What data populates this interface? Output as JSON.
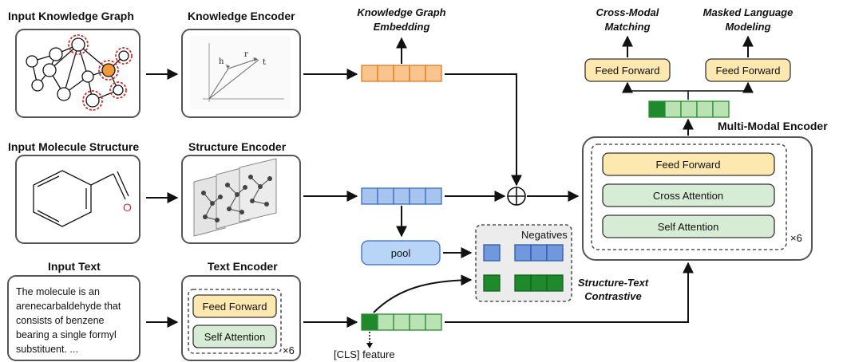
{
  "labels": {
    "input_kg": "Input Knowledge Graph",
    "knowledge_encoder": "Knowledge Encoder",
    "kg_embedding_line1": "Knowledge Graph",
    "kg_embedding_line2": "Embedding",
    "input_molecule": "Input Molecule Structure",
    "structure_encoder": "Structure Encoder",
    "input_text": "Input Text",
    "text_encoder": "Text Encoder",
    "cross_modal_line1": "Cross-Modal",
    "cross_modal_line2": "Matching",
    "mlm_line1": "Masked Language",
    "mlm_line2": "Modeling",
    "multimodal_encoder": "Multi-Modal Encoder",
    "stc_line1": "Structure-Text",
    "stc_line2": "Contrastive",
    "negatives": "Negatives",
    "pool": "pool",
    "cls_feature": "[CLS] feature",
    "x6_text": "×6",
    "x6_multimodal": "×6",
    "kg_h": "h",
    "kg_r": "r",
    "kg_t": "t",
    "aldehyde_o": "O"
  },
  "text_input_lines": [
    "The molecule is an",
    "arenecarbaldehyde that",
    "consists of benzene",
    "bearing a single formyl",
    "substituent. ..."
  ],
  "text_encoder_layers": [
    "Feed Forward",
    "Self Attention"
  ],
  "multimodal_layers": [
    "Feed Forward",
    "Cross Attention",
    "Self Attention"
  ],
  "heads": [
    "Feed Forward",
    "Feed Forward"
  ],
  "colors": {
    "kg_token": "#f8c58f",
    "kg_token_stroke": "#e07b22",
    "struct_token": "#a7c4ef",
    "struct_token_stroke": "#3b6cc4",
    "text_token": "#b9e3b3",
    "text_token_stroke": "#2f8a35",
    "cls_token": "#1e8a2c",
    "feed_forward": "#fde8b0",
    "attention": "#d7ecd4",
    "pool": "#b8d4f7",
    "highlight_node": "#f29a3a",
    "dashed_red": "#d62a2a"
  }
}
